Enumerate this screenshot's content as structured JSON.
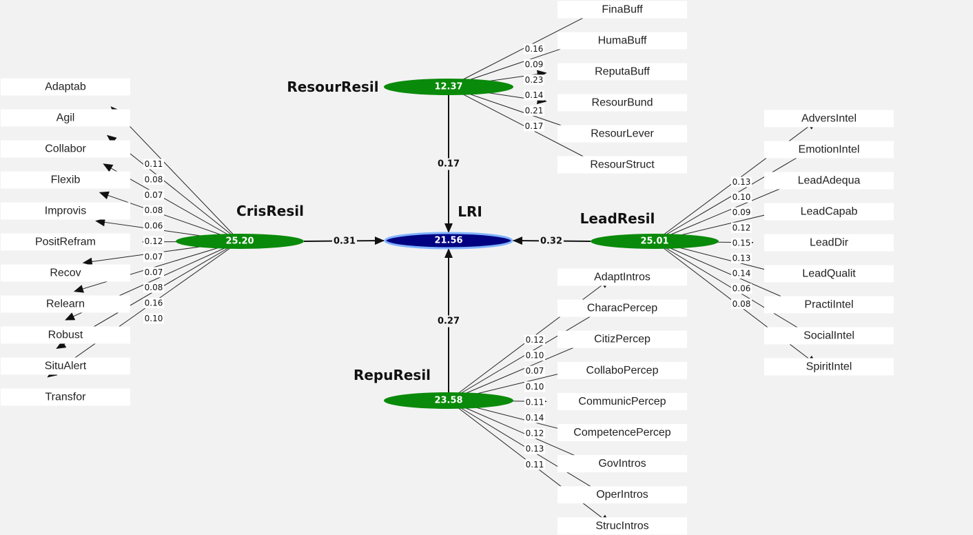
{
  "colors": {
    "construct_fill": "#0a8a0a",
    "target_fill": "#000080",
    "target_border": "#7fb2ff",
    "indicator_box": "#ffffff",
    "background": "#f2f2f2"
  },
  "target": {
    "name": "LRI",
    "value": "21.56"
  },
  "constructs": [
    {
      "id": "resour",
      "name": "ResourResil",
      "value": "12.37",
      "path_coefficient": "0.17",
      "indicators": [
        {
          "label": "FinaBuff",
          "weight": "0.16"
        },
        {
          "label": "HumaBuff",
          "weight": "0.09"
        },
        {
          "label": "ReputaBuff",
          "weight": "0.23"
        },
        {
          "label": "ResourBund",
          "weight": "0.14"
        },
        {
          "label": "ResourLever",
          "weight": "0.21"
        },
        {
          "label": "ResourStruct",
          "weight": "0.17"
        }
      ]
    },
    {
      "id": "cris",
      "name": "CrisResil",
      "value": "25.20",
      "path_coefficient": "0.31",
      "indicators": [
        {
          "label": "Adaptab",
          "weight": "0.11"
        },
        {
          "label": "Agil",
          "weight": "0.08"
        },
        {
          "label": "Collabor",
          "weight": "0.07"
        },
        {
          "label": "Flexib",
          "weight": "0.08"
        },
        {
          "label": "Improvis",
          "weight": "0.06"
        },
        {
          "label": "PositRefram",
          "weight": "0.12"
        },
        {
          "label": "Recov",
          "weight": "0.07"
        },
        {
          "label": "Relearn",
          "weight": "0.07"
        },
        {
          "label": "Robust",
          "weight": "0.08"
        },
        {
          "label": "SituAlert",
          "weight": "0.16"
        },
        {
          "label": "Transfor",
          "weight": "0.10"
        }
      ]
    },
    {
      "id": "lead",
      "name": "LeadResil",
      "value": "25.01",
      "path_coefficient": "0.32",
      "indicators": [
        {
          "label": "AdversIntel",
          "weight": "0.13"
        },
        {
          "label": "EmotionIntel",
          "weight": "0.10"
        },
        {
          "label": "LeadAdequa",
          "weight": "0.09"
        },
        {
          "label": "LeadCapab",
          "weight": "0.12"
        },
        {
          "label": "LeadDir",
          "weight": "0.15"
        },
        {
          "label": "LeadQualit",
          "weight": "0.13"
        },
        {
          "label": "PractiIntel",
          "weight": "0.14"
        },
        {
          "label": "SocialIntel",
          "weight": "0.06"
        },
        {
          "label": "SpiritIntel",
          "weight": "0.08"
        }
      ]
    },
    {
      "id": "repu",
      "name": "RepuResil",
      "value": "23.58",
      "path_coefficient": "0.27",
      "indicators": [
        {
          "label": "AdaptIntros",
          "weight": "0.12"
        },
        {
          "label": "CharacPercep",
          "weight": "0.10"
        },
        {
          "label": "CitizPercep",
          "weight": "0.07"
        },
        {
          "label": "CollaboPercep",
          "weight": "0.10"
        },
        {
          "label": "CommunicPercep",
          "weight": "0.11"
        },
        {
          "label": "CompetencePercep",
          "weight": "0.14"
        },
        {
          "label": "GovIntros",
          "weight": "0.12"
        },
        {
          "label": "OperIntros",
          "weight": "0.13"
        },
        {
          "label": "StrucIntros",
          "weight": "0.11"
        }
      ]
    }
  ]
}
